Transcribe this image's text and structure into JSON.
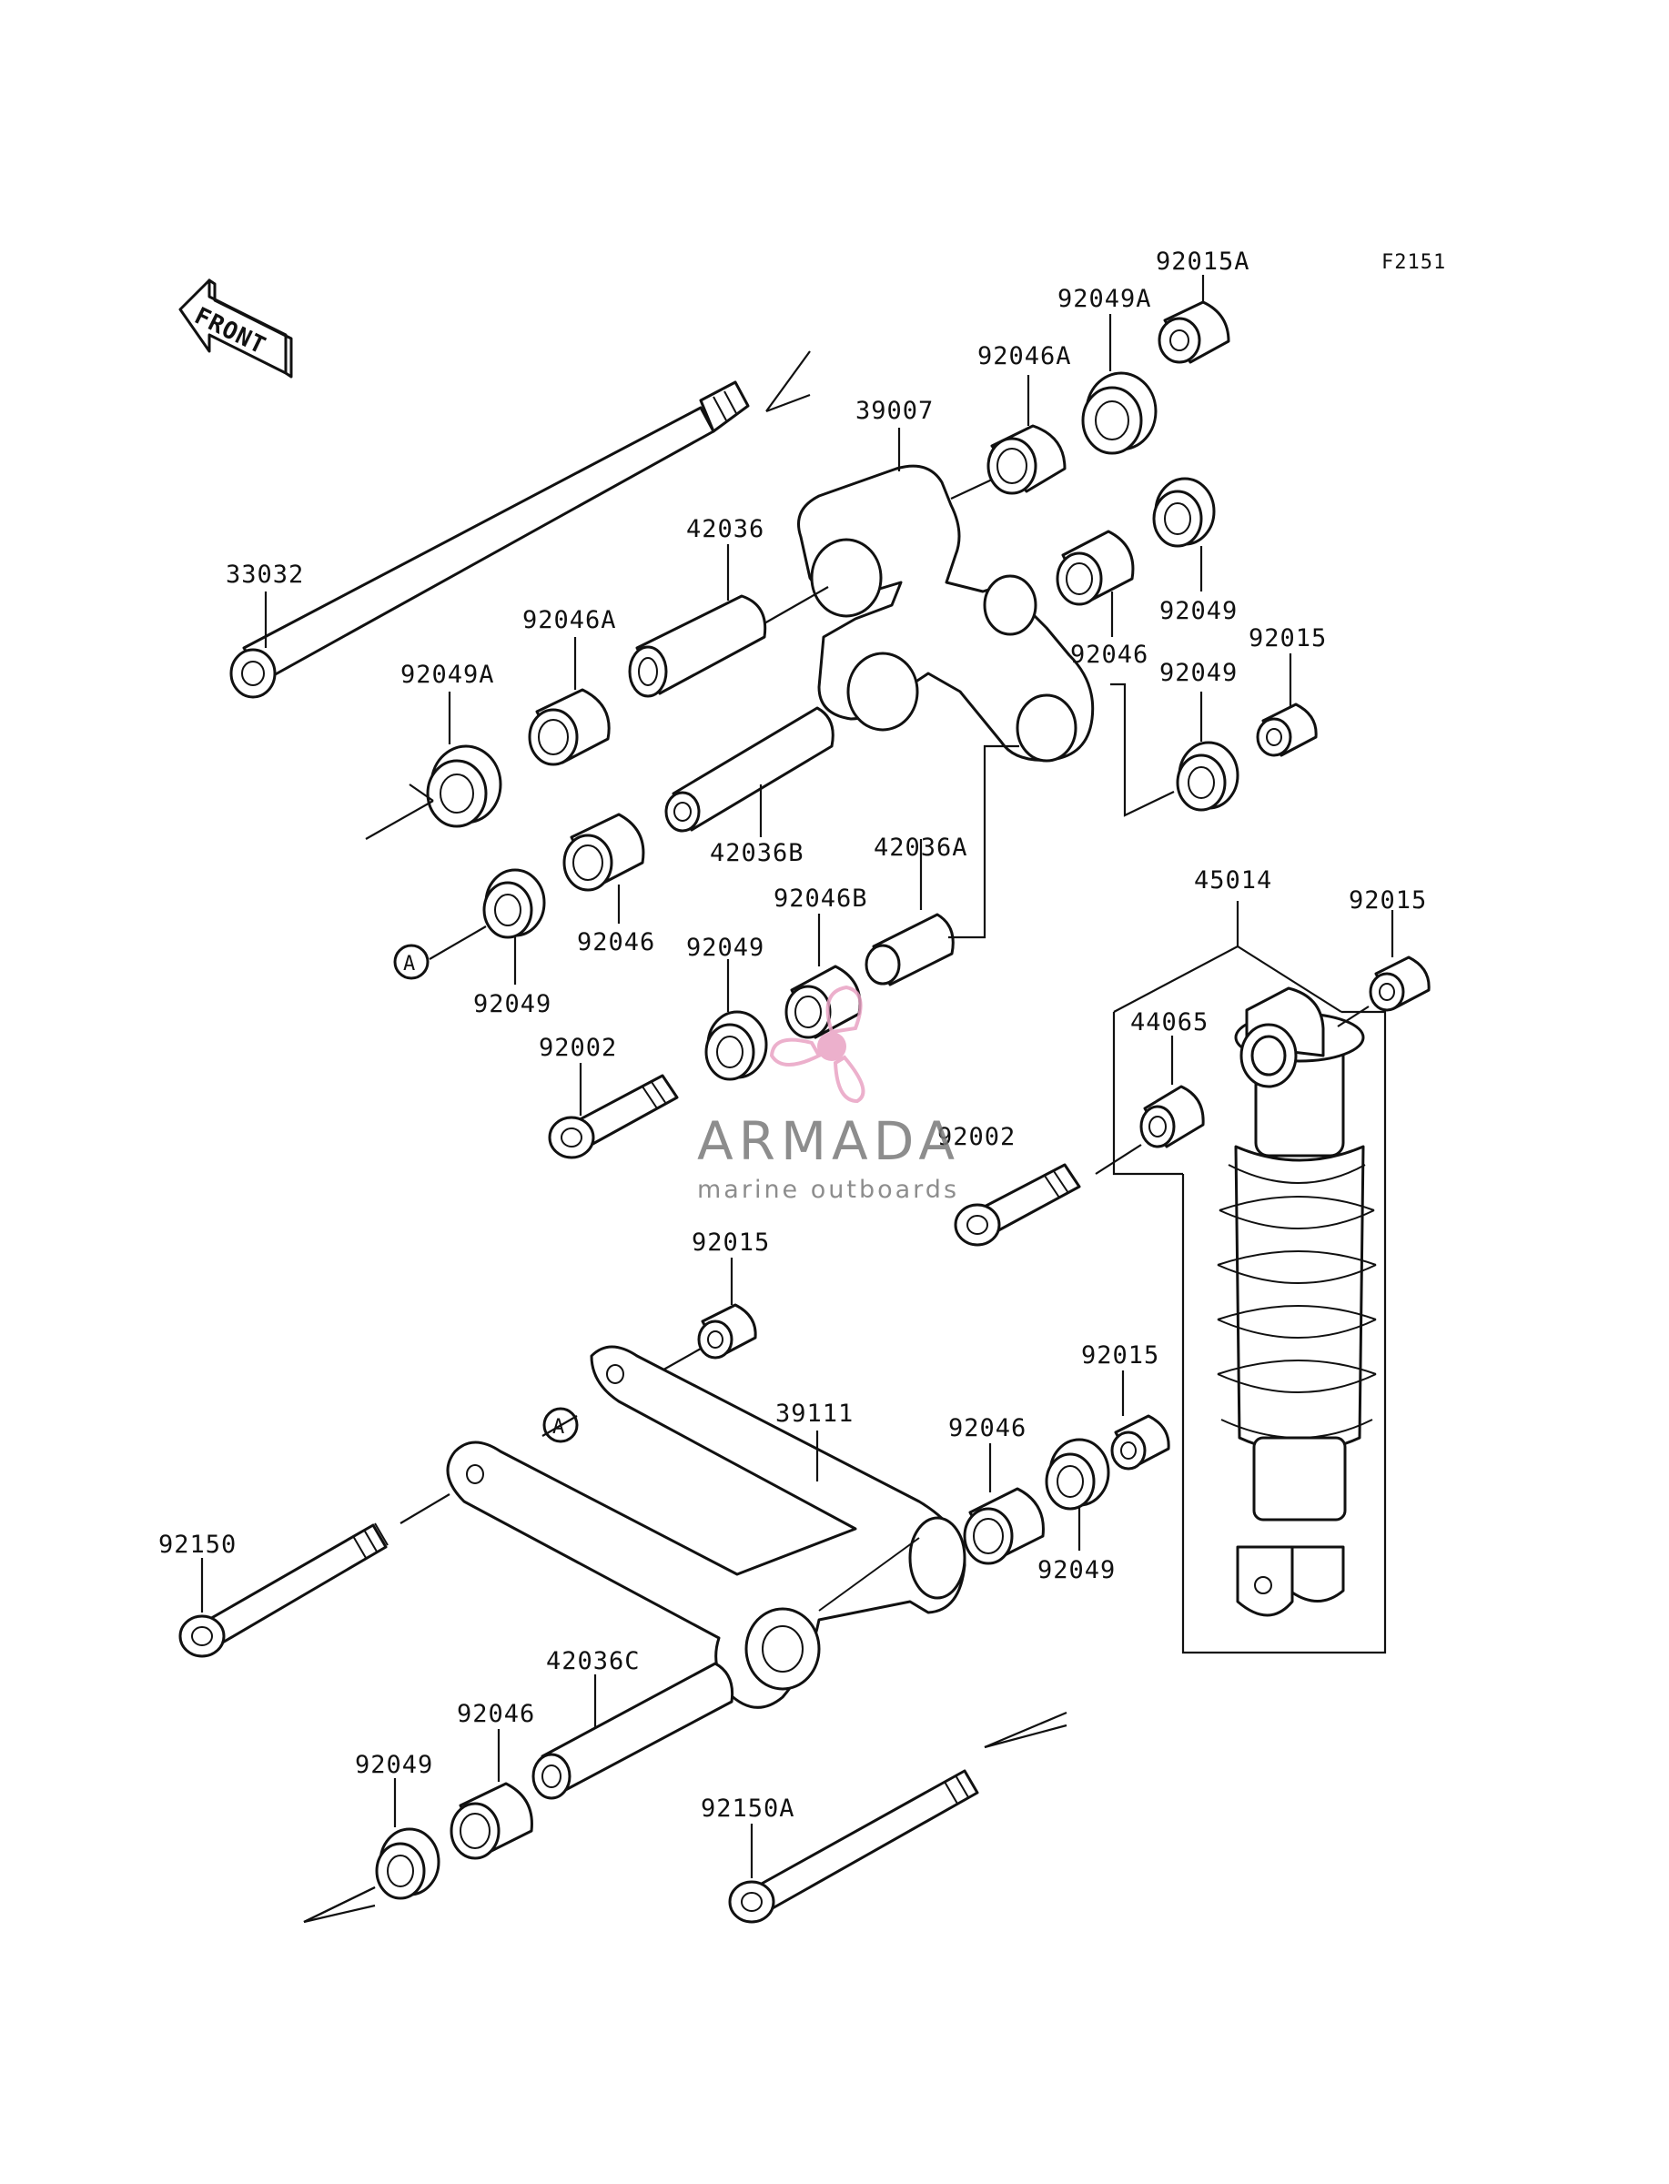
{
  "figure_code": "F2151",
  "front_label": "FRONT",
  "ref_marker": "A",
  "parts": {
    "p33032": "33032",
    "p39007": "39007",
    "p42036": "42036",
    "p42036B": "42036B",
    "p42036A": "42036A",
    "p42036C": "42036C",
    "p92046A_top": "92046A",
    "p92049A_top": "92049A",
    "p92015A": "92015A",
    "p92046A_left": "92046A",
    "p92049A_left": "92049A",
    "p92046_right": "92046",
    "p92049_right_top": "92049",
    "p92049_right_mid": "92049",
    "p92015_right": "92015",
    "p92046_left": "92046",
    "p92049_left": "92049",
    "p92046B": "92046B",
    "p92049_center": "92049",
    "p92002_left": "92002",
    "p92002_right": "92002",
    "p45014": "45014",
    "p44065": "44065",
    "p92015_shock": "92015",
    "p92015_mid": "92015",
    "p39111": "39111",
    "p92046_lower": "92046",
    "p92049_lower": "92049",
    "p92015_lower": "92015",
    "p92150": "92150",
    "p92150A": "92150A",
    "p92046_bottom": "92046",
    "p92049_bottom": "92049"
  },
  "watermark": {
    "name": "ARMADA",
    "tagline": "marine outboards",
    "color_primary": "#e9a3c4",
    "color_text": "#7a7a7a"
  }
}
